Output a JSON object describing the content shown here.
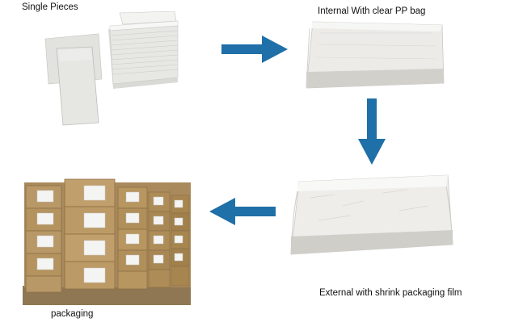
{
  "steps": {
    "single": {
      "label": "Single Pieces"
    },
    "internal": {
      "label": "Internal With clear PP bag"
    },
    "external": {
      "label": "External with shrink packaging film"
    },
    "packaging": {
      "label": "packaging"
    }
  },
  "colors": {
    "arrow": "#1f6fa8",
    "card": "#eeeeec",
    "carton": "#b99867"
  },
  "icons": {
    "flow_arrow": "arrow-icon"
  }
}
